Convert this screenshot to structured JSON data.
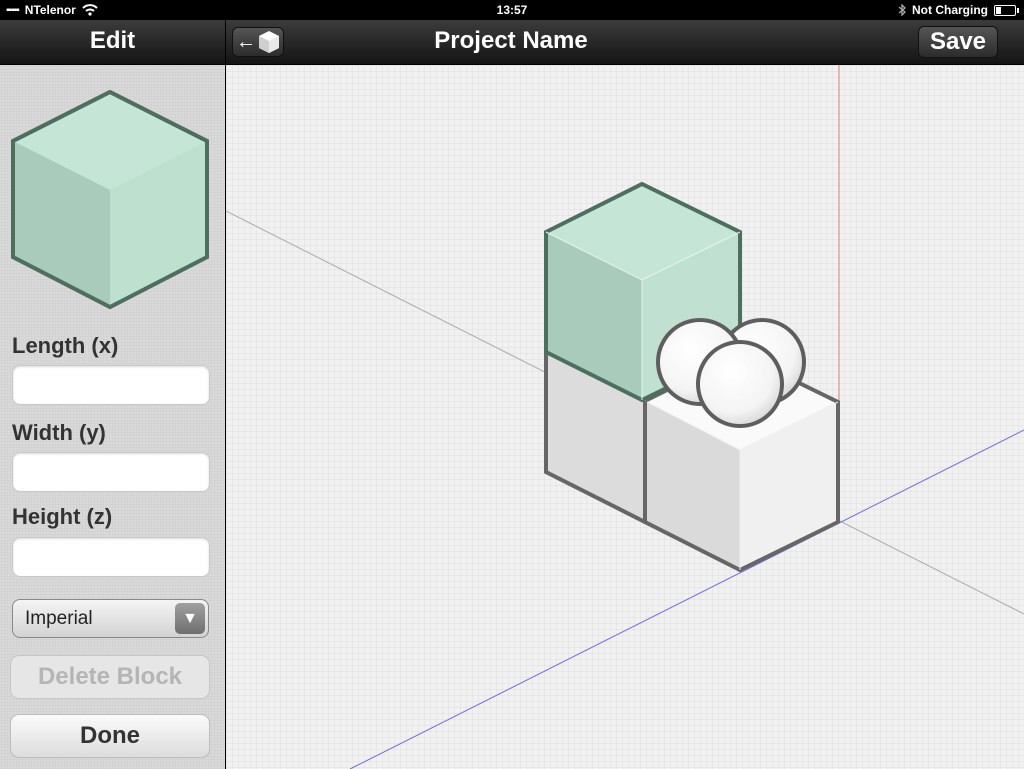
{
  "status_bar": {
    "carrier": "NTelenor",
    "time": "13:57",
    "charging": "Not Charging"
  },
  "sidebar": {
    "title": "Edit",
    "fields": [
      {
        "label": "Length (x)",
        "value": ""
      },
      {
        "label": "Width (y)",
        "value": ""
      },
      {
        "label": "Height (z)",
        "value": ""
      }
    ],
    "unit_select": {
      "selected": "Imperial"
    },
    "delete_label": "Delete Block",
    "done_label": "Done"
  },
  "header": {
    "title": "Project Name",
    "save_label": "Save",
    "back_arrow": "←"
  },
  "colors": {
    "selected_block": "#c5e6d6",
    "block_outline": "#4e6e5f",
    "grey_block": "#e0e0e0"
  },
  "icons": [
    "wifi-icon",
    "bluetooth-icon",
    "battery-icon",
    "cube-icon",
    "chevron-down-icon"
  ]
}
